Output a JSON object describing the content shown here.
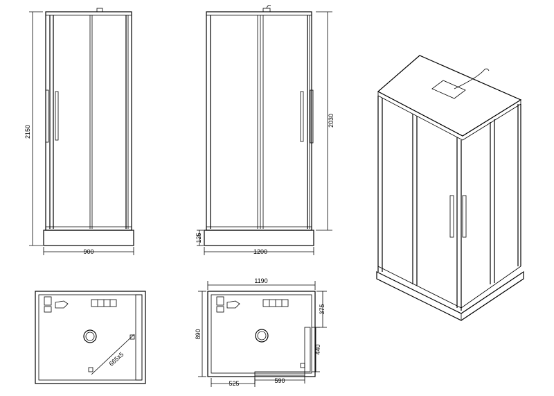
{
  "dimensions": {
    "side_height": "2150",
    "side_width": "900",
    "front_height": "2030",
    "front_tray_height": "125",
    "front_width": "1200",
    "plan_left_diagonal": "665x5",
    "plan_right_width": "1190",
    "plan_right_depth": "890",
    "plan_right_top_offset": "375",
    "plan_right_side_offset": "440",
    "plan_right_bottom_left": "525",
    "plan_right_bottom_right": "590"
  }
}
